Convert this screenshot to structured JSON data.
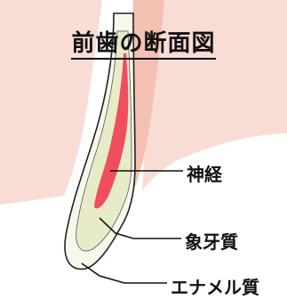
{
  "title": "前歯の断面図",
  "labels": {
    "nerve": "神経",
    "dentin": "象牙質",
    "enamel": "エナメル質"
  },
  "colors": {
    "gum": "#f9ddd4",
    "gum_inner": "#f3c0b2",
    "dentin": "#e8ebc8",
    "pulp": "#f04e5e",
    "outline": "#222222",
    "leader": "#111111"
  }
}
